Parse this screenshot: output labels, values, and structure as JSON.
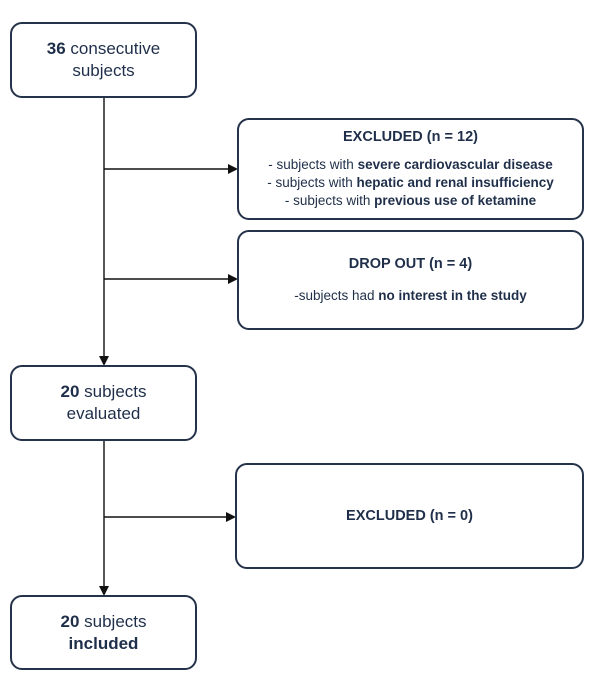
{
  "boxes": {
    "start": {
      "count": "36",
      "text1": " consecutive",
      "text2": "subjects"
    },
    "excluded1": {
      "title": "EXCLUDED (n = 12)",
      "lines": [
        {
          "prefix": "- subjects with ",
          "bold": "severe cardiovascular disease"
        },
        {
          "prefix": "- subjects with ",
          "bold": "hepatic and renal insufficiency"
        },
        {
          "prefix": "- subjects with ",
          "bold": "previous use of ketamine"
        }
      ]
    },
    "dropout": {
      "title": "DROP OUT  (n = 4)",
      "line": {
        "prefix": "-subjects had ",
        "bold": "no interest in the study"
      }
    },
    "evaluated": {
      "count": "20",
      "text1": " subjects",
      "text2": "evaluated"
    },
    "excluded2": {
      "title": "EXCLUDED (n = 0)"
    },
    "included": {
      "count": "20",
      "text1": " subjects",
      "text2": "included"
    }
  }
}
